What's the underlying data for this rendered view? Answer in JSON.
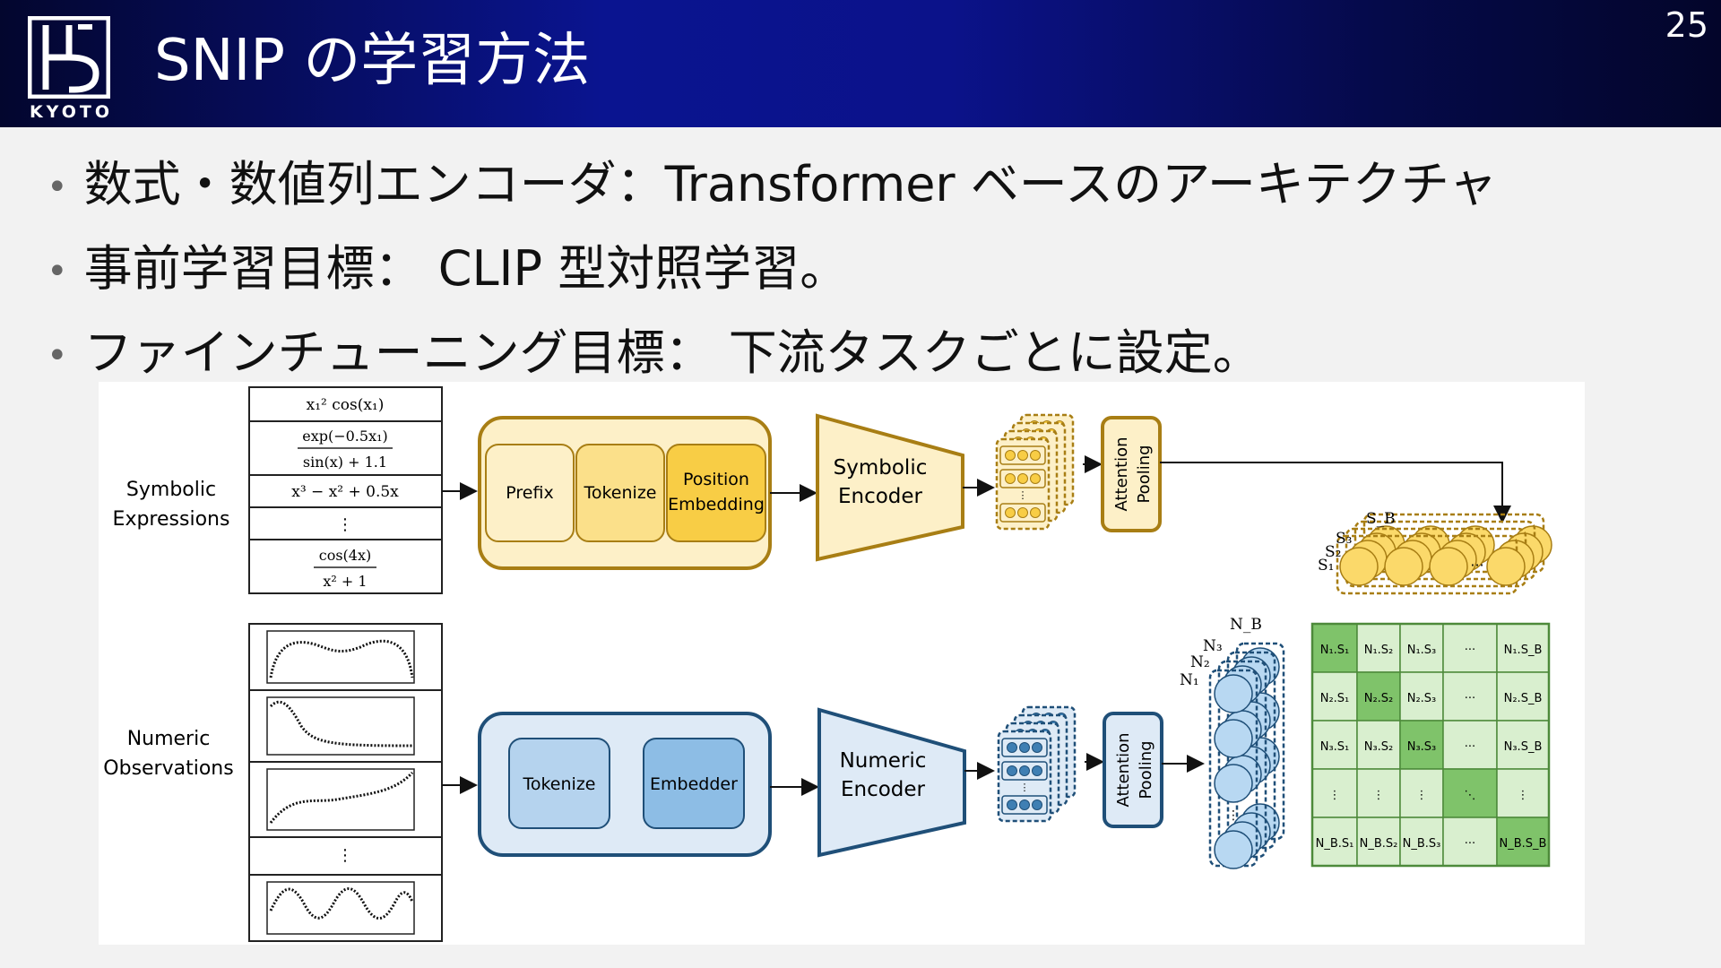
{
  "header": {
    "logo_text": "KYOTO",
    "title": "SNIP の学習方法",
    "page_number": "25"
  },
  "bullets": [
    "数式・数値列エンコーダ：Transformer ベースのアーキテクチャ",
    "事前学習目標： CLIP 型対照学習。",
    "ファインチューニング目標： 下流タスクごとに設定。"
  ],
  "diagram": {
    "symbolic_label": [
      "Symbolic",
      "Expressions"
    ],
    "numeric_label": [
      "Numeric",
      "Observations"
    ],
    "expressions": [
      "x₁² cos(x₁)",
      "exp(−0.5x₁)",
      "sin(x) + 1.1",
      "x³ − x² + 0.5x",
      "⋮",
      "cos(4x)",
      "x² + 1"
    ],
    "sym_steps": [
      "Prefix",
      "Tokenize",
      "Position",
      "Embedding"
    ],
    "num_steps": [
      "Tokenize",
      "Embedder"
    ],
    "sym_encoder": [
      "Symbolic",
      "Encoder"
    ],
    "num_encoder": [
      "Numeric",
      "Encoder"
    ],
    "pooling": [
      "Attention",
      "Pooling"
    ],
    "s_labels": [
      "S₁",
      "S₂",
      "S₃",
      "S_B"
    ],
    "n_labels": [
      "N₁",
      "N₂",
      "N₃",
      "N_B"
    ],
    "ellipsis": "⋮",
    "dots": "···",
    "colors": {
      "sym_outline": "#a87e14",
      "sym_fill_light": "#fdf0c8",
      "sym_fill_mid": "#fbe08a",
      "sym_fill_dark": "#f8cd45",
      "num_outline": "#1f4f78",
      "num_fill_light": "#deeaf6",
      "num_fill_mid": "#b5d3ee",
      "num_fill_dark": "#8dbde5",
      "matrix_light": "#d9efcf",
      "matrix_dark": "#7fc36a",
      "matrix_border": "#4d8a3a"
    },
    "matrix": {
      "rows": [
        [
          "N₁.S₁",
          "N₁.S₂",
          "N₁.S₃",
          "···",
          "N₁.S_B"
        ],
        [
          "N₂.S₁",
          "N₂.S₂",
          "N₂.S₃",
          "···",
          "N₂.S_B"
        ],
        [
          "N₃.S₁",
          "N₃.S₂",
          "N₃.S₃",
          "···",
          "N₃.S_B"
        ],
        [
          "⋮",
          "⋮",
          "⋮",
          "⋱",
          "⋮"
        ],
        [
          "N_B.S₁",
          "N_B.S₂",
          "N_B.S₃",
          "···",
          "N_B.S_B"
        ]
      ]
    }
  }
}
